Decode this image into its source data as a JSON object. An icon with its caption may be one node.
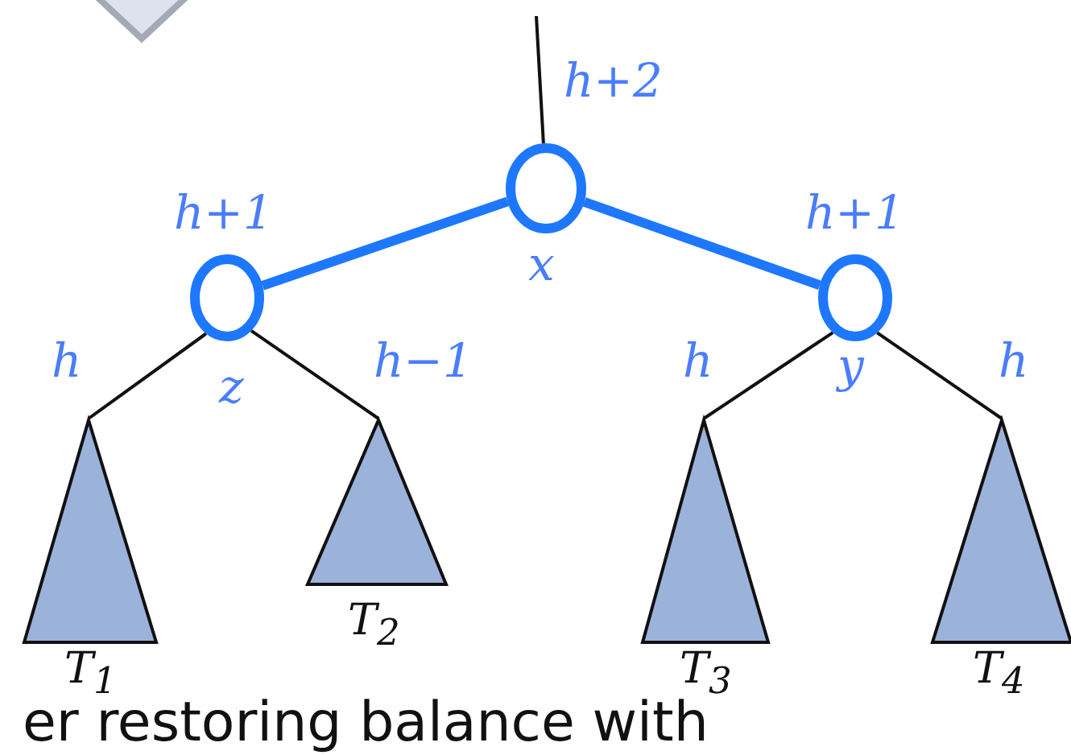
{
  "diagram": {
    "nodes": [
      {
        "text": [],
        "shape": "circle",
        "beside": [
          "h+2",
          "x"
        ]
      },
      {
        "text": [],
        "shape": "circle",
        "beside": [
          "h+1",
          "z"
        ]
      },
      {
        "text": [],
        "shape": "circle",
        "beside": [
          "h+1",
          "y"
        ]
      },
      {
        "text": [],
        "shape": "triangle",
        "beside": [
          "h",
          "T$_{1}$"
        ]
      },
      {
        "text": [],
        "shape": "triangle",
        "beside": [
          "h−1",
          "T$_{2}$"
        ]
      },
      {
        "text": [],
        "shape": "triangle",
        "beside": [
          "h",
          "T$_{3}$"
        ]
      },
      {
        "text": [],
        "shape": "triangle",
        "beside": [
          "h",
          "T$_{4}$"
        ]
      }
    ],
    "edges": [
      {
        "from": null,
        "to": 0,
        "arrow": "none"
      },
      {
        "from": 0,
        "to": 1,
        "arrow": "none",
        "style": "thick",
        "color": "#1e78ff"
      },
      {
        "from": 0,
        "to": 2,
        "arrow": "none",
        "style": "thick",
        "color": "#1e78ff"
      },
      {
        "from": 1,
        "to": 3,
        "arrow": "none"
      },
      {
        "from": 1,
        "to": 4,
        "arrow": "none"
      },
      {
        "from": 2,
        "to": 5,
        "arrow": "none"
      },
      {
        "from": 2,
        "to": 6,
        "arrow": "none"
      }
    ],
    "labels": [
      "er restoring balance with"
    ]
  }
}
